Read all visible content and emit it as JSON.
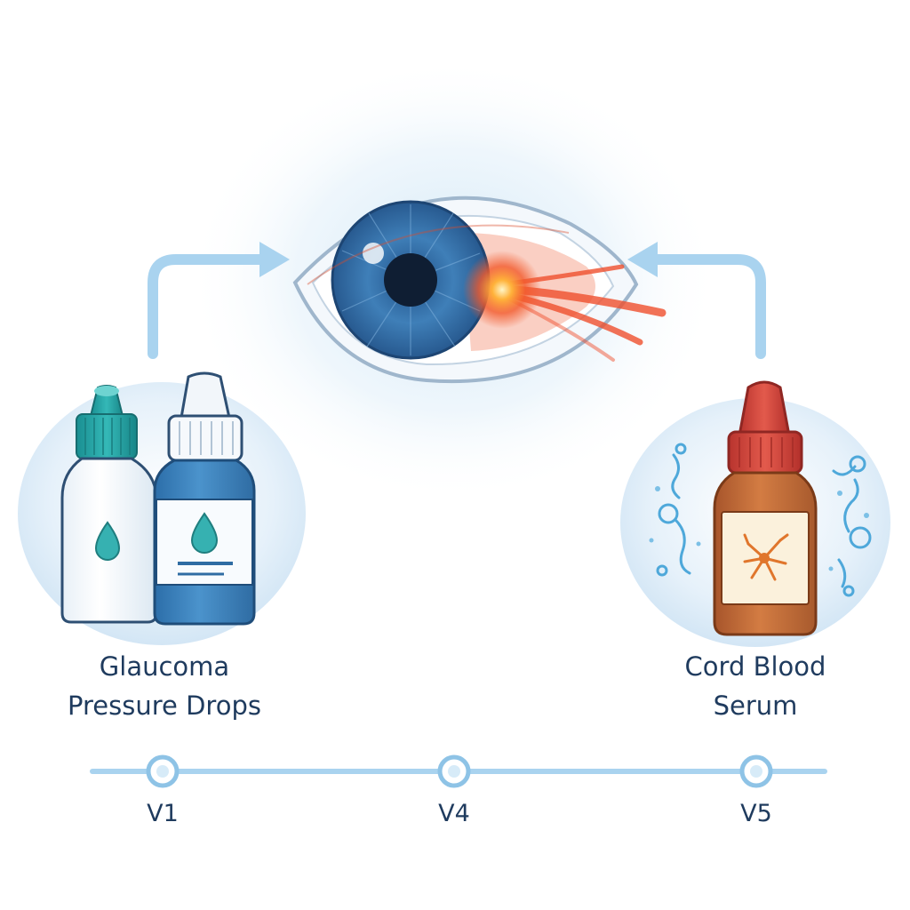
{
  "left_group": {
    "title_line1": "Glaucoma",
    "title_line2": "Pressure Drops"
  },
  "right_group": {
    "title_line1": "Cord Blood",
    "title_line2": "Serum"
  },
  "timeline": {
    "nodes": [
      {
        "label": "V1"
      },
      {
        "label": "V4"
      },
      {
        "label": "V5"
      }
    ]
  },
  "colors": {
    "arrow": "#a9d3ef",
    "text": "#1f3b5e",
    "iris": "#3c78ad",
    "inflammation": "#f0502e",
    "teal_cap": "#2aa8a8",
    "blue_bottle": "#3d86c0",
    "red_cap": "#d9453c",
    "amber_bottle": "#c8703c"
  },
  "icons": [
    "eye-icon",
    "eye-drop-bottle-icon",
    "water-drop-icon",
    "serum-bottle-icon",
    "cell-icon",
    "arrow-icon"
  ]
}
